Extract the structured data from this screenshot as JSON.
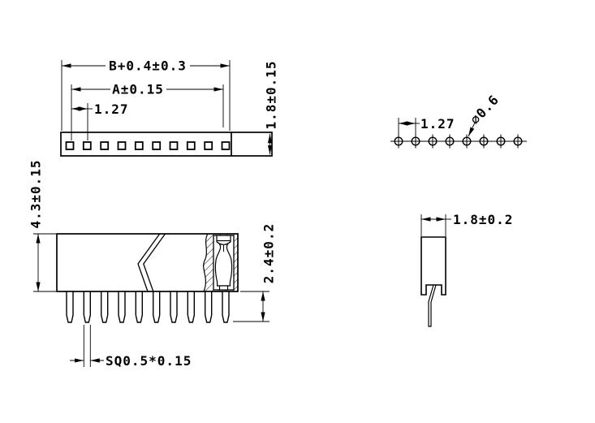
{
  "colors": {
    "background": "#ffffff",
    "line": "#000000"
  },
  "top_view": {
    "pin_count": 10,
    "dims": {
      "total_length": "B+0.4±0.3",
      "pin_span": "A±0.15",
      "pitch": "1.27",
      "height": "1.8±0.15"
    }
  },
  "front_view": {
    "pin_count": 10,
    "dims": {
      "body_height": "4.3±0.15",
      "pin_length": "2.4±0.2",
      "pin_square": "SQ0.5*0.15"
    }
  },
  "hole_pattern": {
    "hole_count": 8,
    "dims": {
      "pitch": "1.27",
      "hole_diameter": "∅0.6"
    }
  },
  "side_view": {
    "dims": {
      "width": "1.8±0.2"
    }
  }
}
